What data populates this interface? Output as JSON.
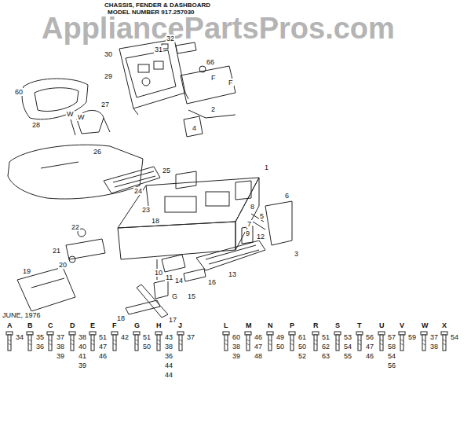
{
  "diagram": {
    "title": "CHASSIS, FENDER & DASHBOARD",
    "labels": [
      "AppliancePartsPros.com",
      "MODEL NUMBER 917.257030",
      "32",
      "31",
      "30",
      "66",
      "F",
      "F",
      "29",
      "2",
      "4",
      "60",
      "28",
      "27",
      "W",
      "W",
      "26",
      "25",
      "24",
      "1",
      "8",
      "5",
      "7",
      "6",
      "3",
      "23",
      "18",
      "22",
      "21",
      "20",
      "19",
      "9",
      "13",
      "12",
      "10",
      "11",
      "14",
      "16",
      "15",
      "G",
      "17",
      "18",
      "JUNE, 1976",
      "A",
      "34",
      "B",
      "35",
      "36",
      "C",
      "37",
      "38",
      "39",
      "D",
      "38",
      "40",
      "41",
      "39",
      "E",
      "51",
      "47",
      "46",
      "F",
      "42",
      "G",
      "51",
      "50",
      "H",
      "43",
      "38",
      "36",
      "44",
      "44",
      "J",
      "37",
      "L",
      "60",
      "38",
      "39",
      "M",
      "46",
      "47",
      "48",
      "N",
      "49",
      "50",
      "P",
      "61",
      "50",
      "52",
      "R",
      "51",
      "62",
      "63",
      "S",
      "53",
      "54",
      "55",
      "T",
      "56",
      "47",
      "46",
      "U",
      "57",
      "58",
      "54",
      "56",
      "V",
      "59",
      "W",
      "37",
      "38",
      "X",
      "54"
    ]
  }
}
